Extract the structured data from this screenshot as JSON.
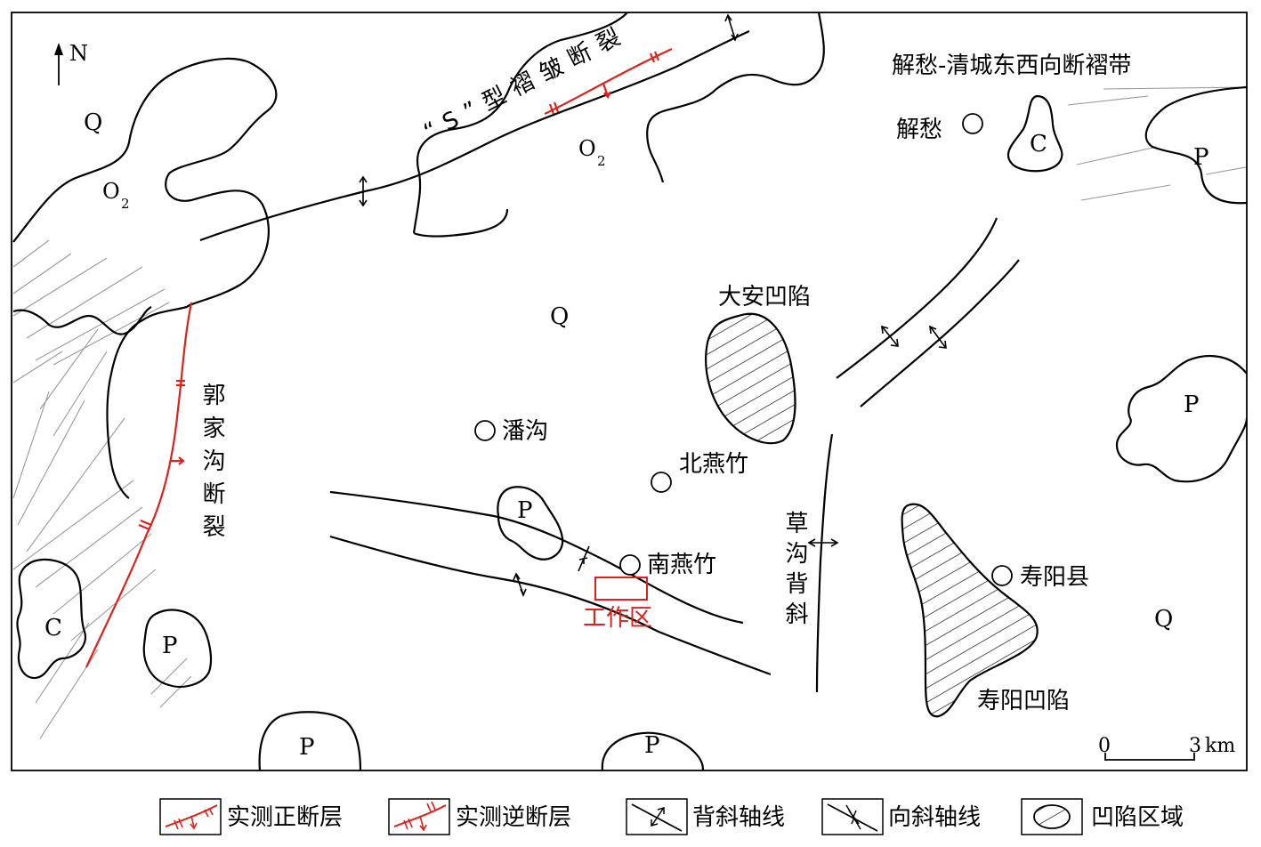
{
  "map": {
    "north": "N",
    "units": {
      "Q": "Q",
      "O2_base": "O",
      "O2_sub": "2",
      "C": "C",
      "P": "P"
    },
    "places": {
      "xiechou": "解愁",
      "pangou": "潘沟",
      "beiyanzhu": "北燕竹",
      "nanyanzhu": "南燕竹",
      "shouyangxian": "寿阳县"
    },
    "features": {
      "xieqing_belt": "解愁-清城东西向断褶带",
      "s_fold_fault": "“S”型褶皱断裂",
      "daan_depression": "大安凹陷",
      "shouyang_depression": "寿阳凹陷",
      "caogou_anticline": "草沟背斜",
      "guojiagou_fault": "郭家沟断裂",
      "work_area": "工作区"
    },
    "scale": {
      "zero": "0",
      "three": "3",
      "unit": "km"
    }
  },
  "legend": {
    "normal_fault": "实测正断层",
    "reverse_fault": "实测逆断层",
    "anticline_axis": "背斜轴线",
    "syncline_axis": "向斜轴线",
    "depression_area": "凹陷区域"
  },
  "colors": {
    "fault_red": "#e0201a",
    "line_black": "#000000",
    "gray_strata": "#999999"
  }
}
